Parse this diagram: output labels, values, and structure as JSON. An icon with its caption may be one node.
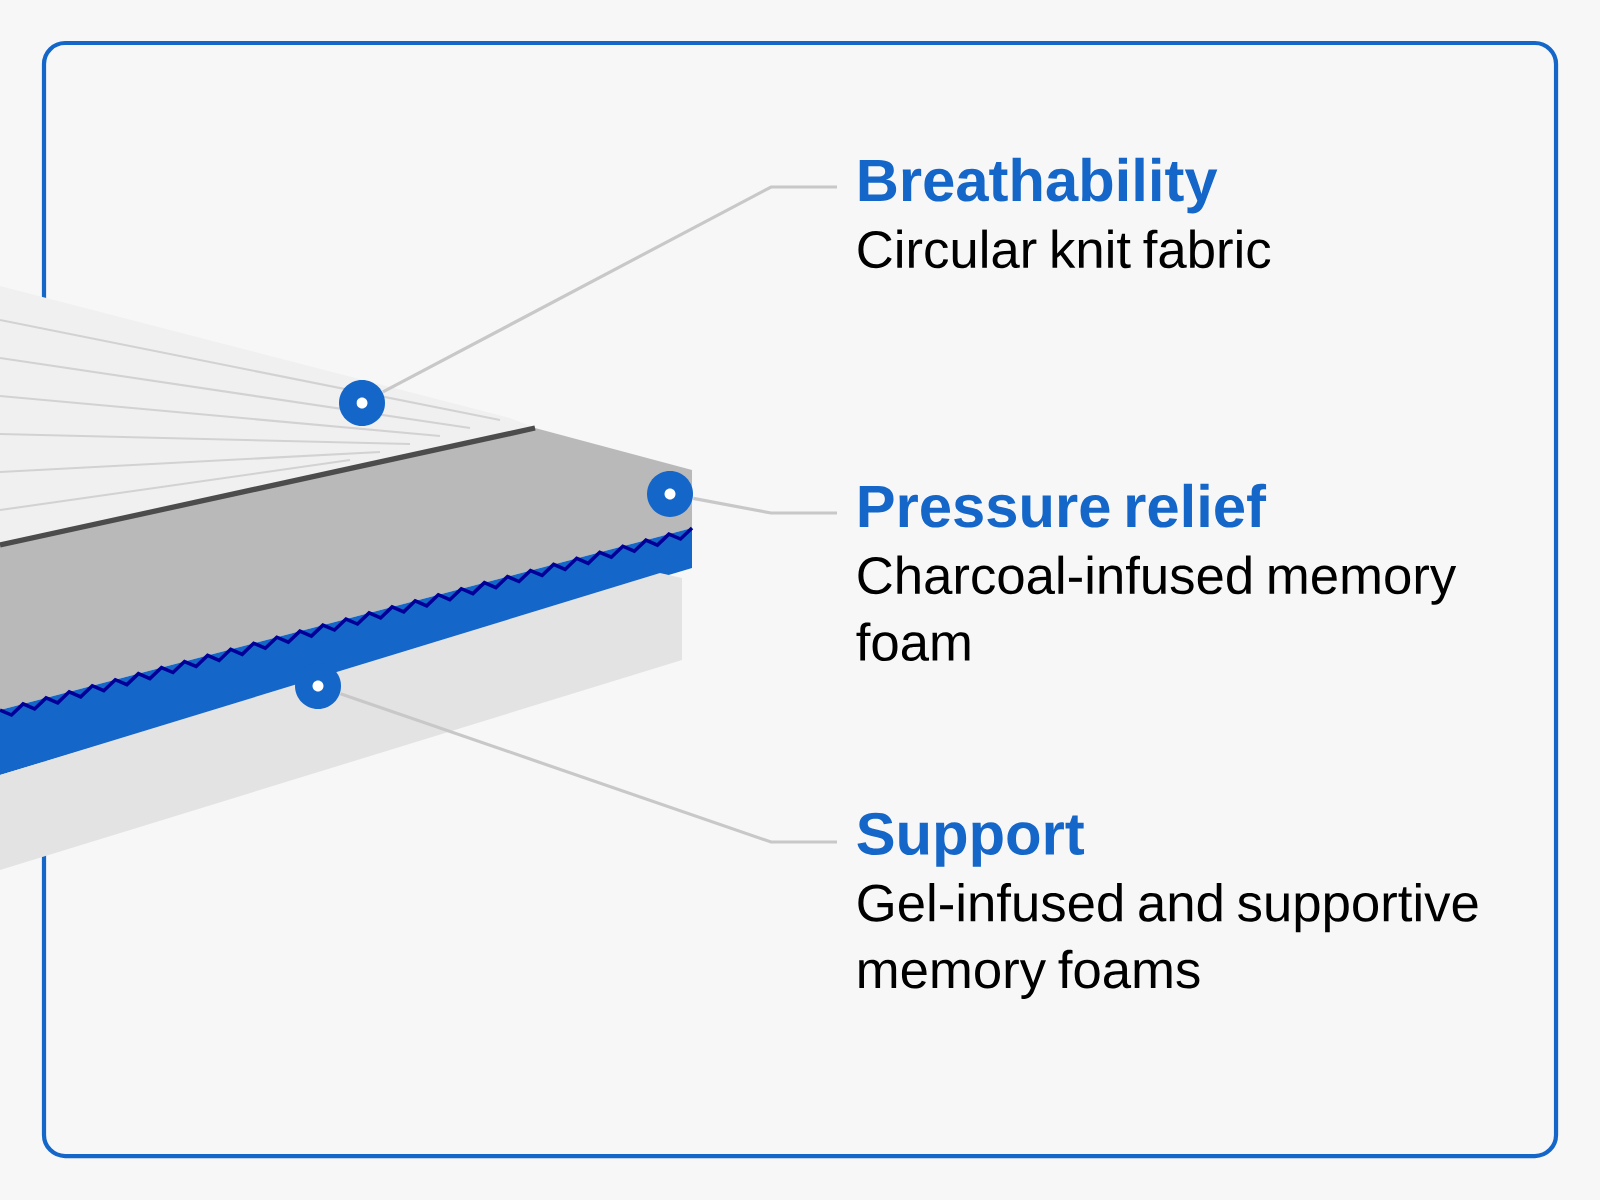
{
  "diagram": {
    "nodes": [
      {
        "text": [
          "Breathability",
          "Circular knit fabric"
        ]
      },
      {
        "text": [
          "Pressure relief",
          "Charcoal-infused memory foam"
        ]
      },
      {
        "text": [
          "Support",
          "Gel-infused and supportive memory foams"
        ]
      },
      {
        "text": [],
        "shape": "circle"
      },
      {
        "text": [],
        "shape": "circle"
      },
      {
        "text": [],
        "shape": "circle"
      }
    ],
    "edges": [
      {
        "from": 0,
        "to": 3,
        "arrow": "none"
      },
      {
        "from": 1,
        "to": 4,
        "arrow": "none"
      },
      {
        "from": 2,
        "to": 5,
        "arrow": "none"
      }
    ]
  }
}
